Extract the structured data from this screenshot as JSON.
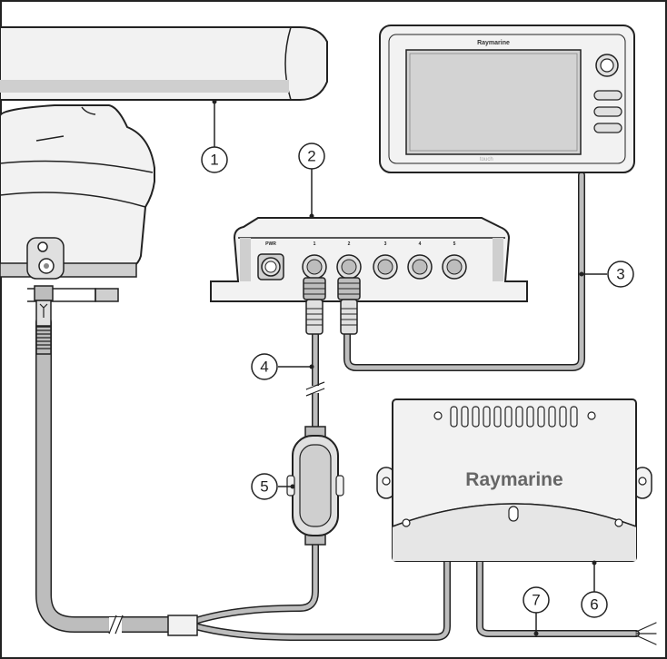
{
  "display": {
    "brand": "Raymarine",
    "model": "touch"
  },
  "switch": {
    "ports": [
      "PWR",
      "1",
      "2",
      "3",
      "4",
      "5"
    ]
  },
  "power_box": {
    "brand": "Raymarine"
  },
  "callouts": [
    "1",
    "2",
    "3",
    "4",
    "5",
    "6",
    "7"
  ],
  "colors": {
    "line": "#222222",
    "body": "#f2f2f2",
    "shade": "#cfcfcf",
    "cable": "#bdbdbd",
    "screen": "#d3d3d3"
  }
}
